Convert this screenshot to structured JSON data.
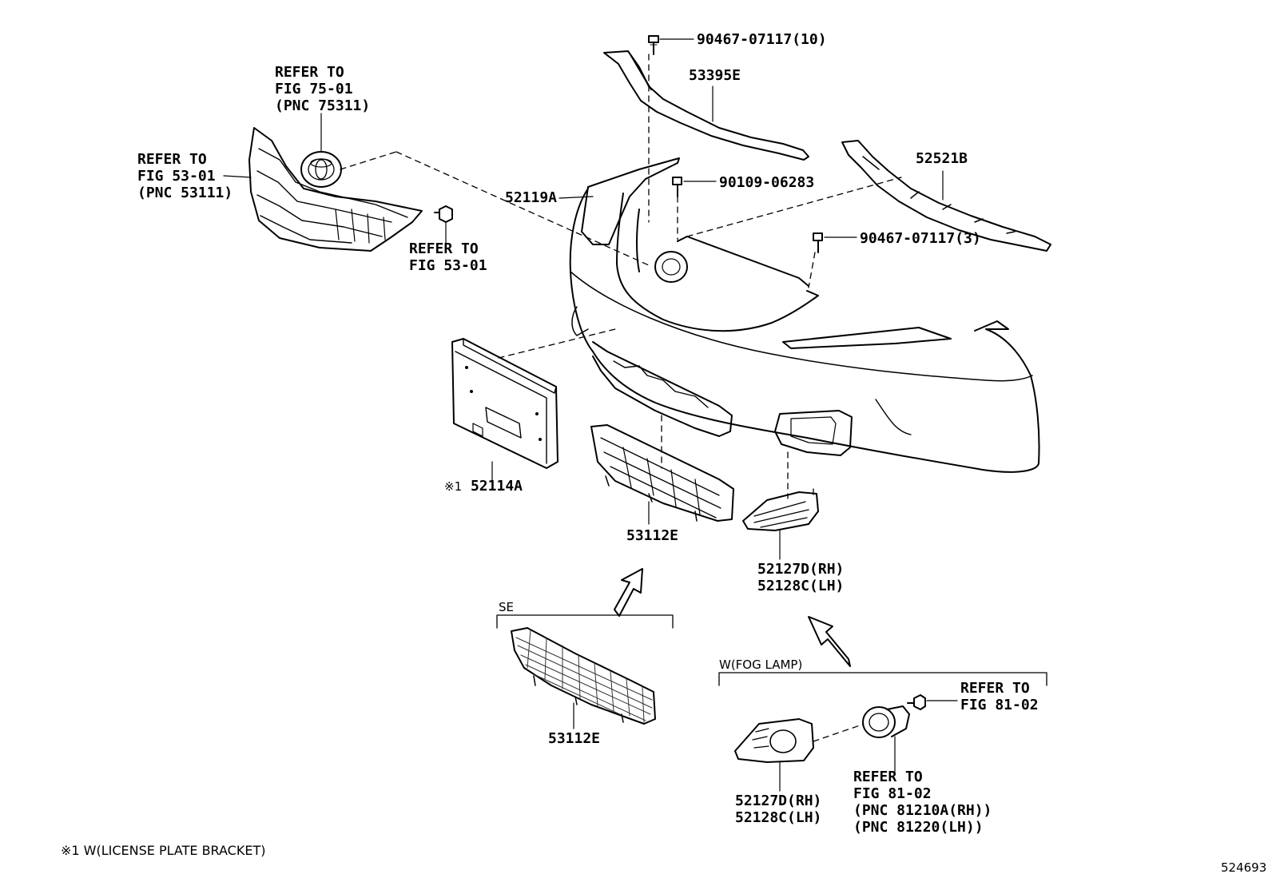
{
  "parts": {
    "p90467_10": "90467-07117(10)",
    "p53395e": "53395E",
    "p52521b": "52521B",
    "p90109": "90109-06283",
    "p52119a": "52119A",
    "p90467_3": "90467-07117(3)",
    "p52114a": "52114A",
    "p52114a_mark": "※1",
    "p53112e_top": "53112E",
    "p53112e_se": "53112E",
    "p52127d_top": "52127D(RH)",
    "p52128c_top": "52128C(LH)",
    "p52127d_fog": "52127D(RH)",
    "p52128c_fog": "52128C(LH)"
  },
  "refs": {
    "emblem": [
      "REFER TO",
      "FIG 75-01",
      "(PNC 75311)"
    ],
    "grille": [
      "REFER TO",
      "FIG 53-01",
      "(PNC 53111)"
    ],
    "clip": [
      "REFER TO",
      "FIG 53-01"
    ],
    "fog_bolt": [
      "REFER TO",
      "FIG 81-02"
    ],
    "fog_lamp": [
      "REFER TO",
      "FIG 81-02",
      "(PNC 81210A(RH))",
      "(PNC 81220(LH))"
    ]
  },
  "groups": {
    "se": "SE",
    "fog": "W(FOG LAMP)"
  },
  "footnote": "※1 W(LICENSE PLATE BRACKET)",
  "figure_id": "524693"
}
